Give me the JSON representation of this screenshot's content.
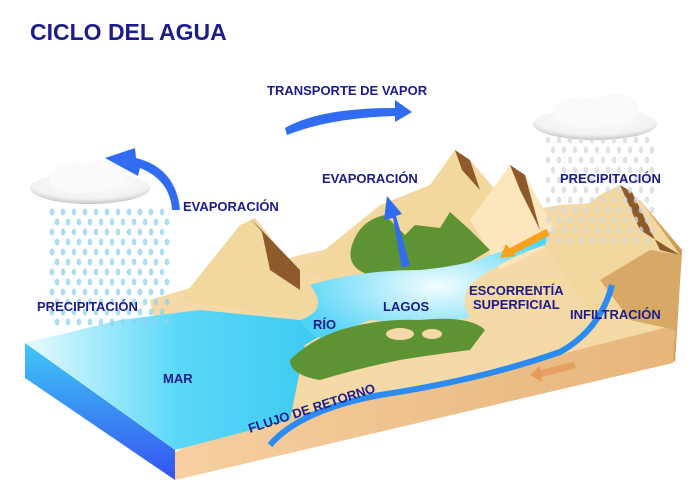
{
  "title": "CICLO DEL AGUA",
  "labels": {
    "transporte_vapor": "TRANSPORTE DE VAPOR",
    "evaporacion_left": "EVAPORACIÓN",
    "evaporacion_center": "EVAPORACIÓN",
    "precipitacion_right": "PRECIPITACIÓN",
    "precipitacion_left": "PRECIPITACIÓN",
    "rio": "RÍO",
    "lagos": "LAGOS",
    "escorrentia_1": "ESCORRENTÍA",
    "escorrentia_2": "SUPERFICIAL",
    "infiltracion": "INFILTRACIÓN",
    "mar": "MAR",
    "flujo_retorno": "FLUJO DE RETORNO"
  },
  "colors": {
    "text": "#1c1c8a",
    "arrow": "#2f6cf2",
    "sea": "#4cd4f7",
    "land": "#f5d9a6",
    "mountain": "#f2d79f",
    "forest": "#5e9334",
    "runoff_arrow": "#f7a21b"
  }
}
